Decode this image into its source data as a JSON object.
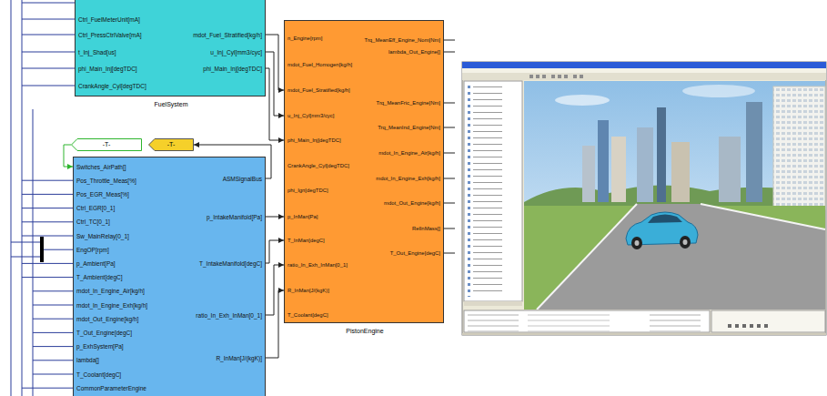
{
  "diagram": {
    "nodes": [
      {
        "text": [
          "Ctrl_FuelMeterUnit[mA]",
          "Ctrl_PressCtrlValve[mA]",
          "t_Inj_Shad[us]",
          "phi_Main_Inj[degTDC]",
          "CrankAngle_Cyl[degTDC]",
          "mdot_Fuel_Stratified[kg/h]",
          "u_Inj_Cyl[mm3/cyc]",
          "phi_Main_Inj[degTDC]",
          "FuelSystem"
        ]
      },
      {
        "text": [
          "-T-"
        ]
      },
      {
        "text": [
          "-T-"
        ]
      },
      {
        "text": [
          "Switches_AirPath[]",
          "Pos_Throttle_Meas[%]",
          "Pos_EGR_Meas[%]",
          "Ctrl_EGR[0_1]",
          "Ctrl_TC[0_1]",
          "Sw_MainRelay[0_1]",
          "EngOP[rpm]",
          "p_Ambient[Pa]",
          "T_Ambient[degC]",
          "mdot_In_Engine_Air[kg/h]",
          "mdot_In_Engine_Exh[kg/h]",
          "mdot_Out_Engine[kg/h]",
          "T_Out_Engine[degC]",
          "p_ExhSystem[Pa]",
          "lambda[]",
          "T_Coolant[degC]",
          "CommonParameterEngine",
          "ASMSignalBus",
          "p_IntakeManifold[Pa]",
          "T_IntakeManifold[degC]",
          "ratio_In_Exh_InMan[0_1]",
          "R_InMan[J/(kgK)]"
        ]
      },
      {
        "text": [
          "n_Engine[rpm]",
          "mdot_Fuel_Homogen[kg/h]",
          "mdot_Fuel_Stratified[kg/h]",
          "u_Inj_Cyl[mm3/cyc]",
          "phi_Main_Inj[degTDC]",
          "CrankAngle_Cyl[degTDC]",
          "phi_Ign[degTDC]",
          "p_InMan[Pa]",
          "T_InMan[degC]",
          "ratio_In_Exh_InMan[0_1]",
          "R_InMan[J/(kgK)]",
          "T_Coolant[degC]",
          "Trq_MeanEff_Engine_Nom[Nm]",
          "lambda_Out_Engine[]",
          "Trq_MeanFric_Engine[Nm]",
          "Trq_MeanInd_Engine[Nm]",
          "mdot_In_Engine_Air[kg/h]",
          "mdot_In_Engine_Exh[kg/h]",
          "mdot_Out_Engine[kg/h]",
          "RelInMass[]",
          "T_Out_Engine[degC]",
          "PistonEngine"
        ]
      }
    ],
    "edges": [
      {
        "from": 0,
        "to": 4,
        "arrow": "to"
      },
      {
        "from": 0,
        "to": 4,
        "arrow": "to"
      },
      {
        "from": 0,
        "to": 4,
        "arrow": "to"
      },
      {
        "from": 1,
        "to": 3,
        "arrow": "to"
      },
      {
        "from": 3,
        "to": 2,
        "arrow": "to"
      },
      {
        "from": 3,
        "to": 4,
        "arrow": "to"
      },
      {
        "from": 3,
        "to": 4,
        "arrow": "to"
      },
      {
        "from": 3,
        "to": 4,
        "arrow": "to"
      },
      {
        "from": 3,
        "to": 4,
        "arrow": "to"
      }
    ]
  }
}
